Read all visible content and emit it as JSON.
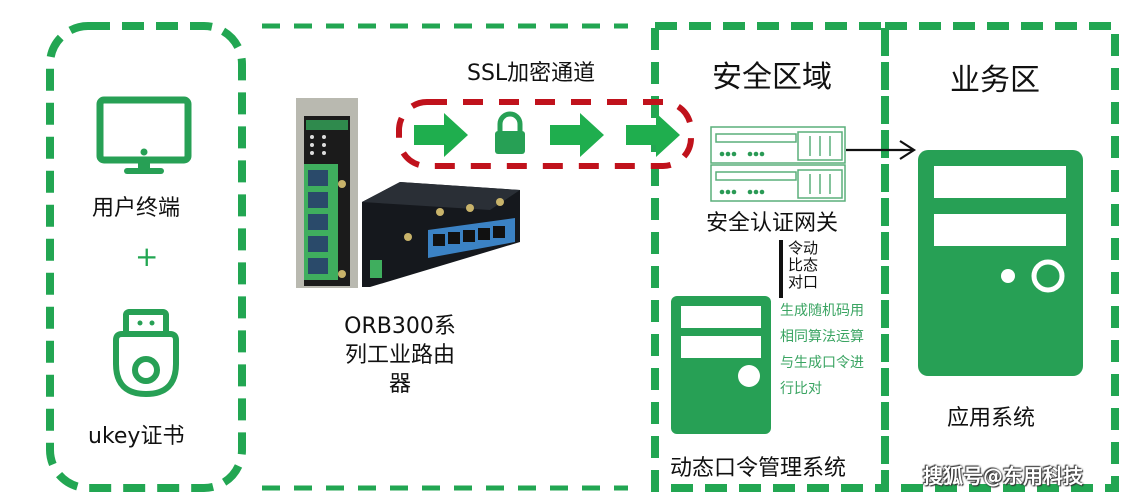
{
  "colors": {
    "green": "#22a652",
    "dark_green": "#27a055",
    "red": "#c0121c",
    "text": "#111111",
    "note_green": "#3aa462"
  },
  "left_panel": {
    "terminal_label": "用户终端",
    "plus": "+",
    "ukey_label": "ukey证书",
    "icons": [
      "monitor-icon",
      "usb-key-icon"
    ]
  },
  "router": {
    "label_line1": "ORB300系",
    "label_line2": "列工业路由",
    "label_line3": "器",
    "icon": "industrial-router-image"
  },
  "tunnel": {
    "label": "SSL加密通道",
    "icons": [
      "arrow-right-icon",
      "lock-icon",
      "arrow-right-icon",
      "arrow-right-icon"
    ]
  },
  "security_zone": {
    "title": "安全区域",
    "gateway_label": "安全认证网关",
    "dynamic_compare": [
      "动态",
      "口令",
      "比对"
    ],
    "dynamic_compare_cols": [
      "令动",
      "比态",
      "对口"
    ],
    "note_lines": [
      "生成随机码用",
      "相同算法运算",
      "与生成口令进",
      "行比对"
    ],
    "otp_system_label": "动态口令管理系统"
  },
  "business_zone": {
    "title": "业务区",
    "app_label": "应用系统"
  },
  "watermark": "搜狐号@东用科技"
}
